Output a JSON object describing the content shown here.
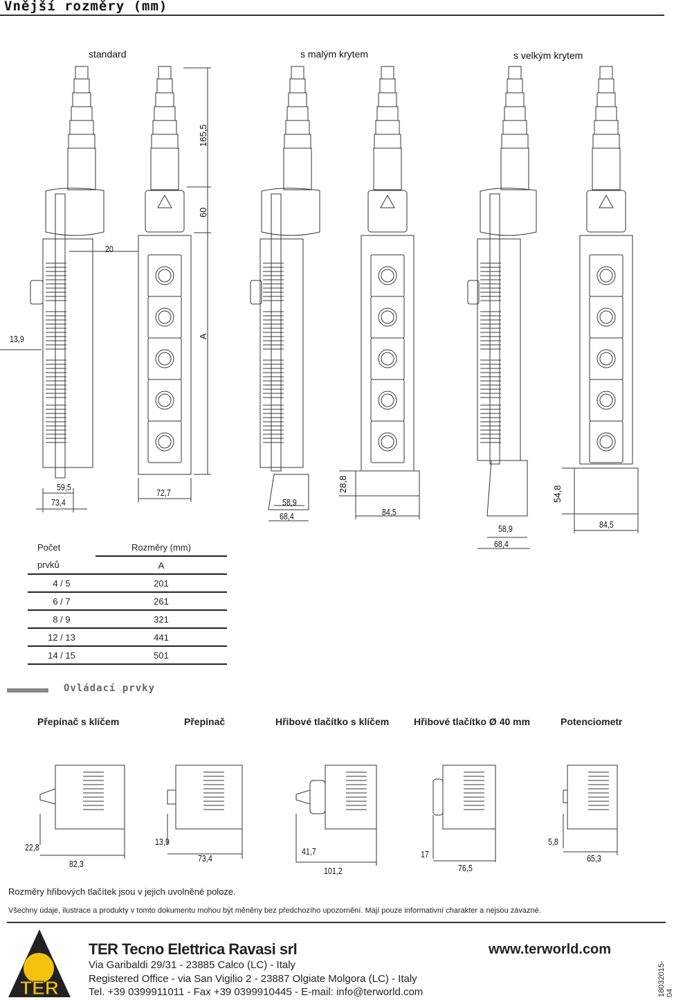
{
  "header": {
    "title": "Vnější rozměry (mm)"
  },
  "variants": {
    "standard": "standard",
    "small_cover": "s malým krytem",
    "large_cover": "s velkým krytem"
  },
  "dimensions": {
    "d_165_5": "165,5",
    "d_60": "60",
    "d_20": "20",
    "d_13_9": "13,9",
    "d_A": "A",
    "d_59_5": "59,5",
    "d_73_4": "73,4",
    "d_72_7": "72,7",
    "d_58_9": "58,9",
    "d_68_4": "68,4",
    "d_28_8": "28,8",
    "d_84_5": "84,5",
    "d_54_8": "54,8",
    "d_58_9b": "58,9",
    "d_68_4b": "68,4",
    "d_84_5b": "84,5"
  },
  "table": {
    "col1_header_line1": "Počet",
    "col1_header_line2": "prvků",
    "col2_header_line1": "Rozměry (mm)",
    "col2_header_line2": "A",
    "rows": [
      {
        "count": "4 / 5",
        "a": "201"
      },
      {
        "count": "6 / 7",
        "a": "261"
      },
      {
        "count": "8 / 9",
        "a": "321"
      },
      {
        "count": "12 / 13",
        "a": "441"
      },
      {
        "count": "14 / 15",
        "a": "501"
      }
    ]
  },
  "controls_section": {
    "title": "Ovládací prvky",
    "labels": [
      "Přepínač s klíčem",
      "Přepínač",
      "Hřibové tlačítko s klíčem",
      "Hřibové tlačítko Ø 40 mm",
      "Potenciometr"
    ],
    "dims": [
      {
        "a": "22,8",
        "b": "82,3"
      },
      {
        "a": "13,9",
        "b": "73,4"
      },
      {
        "a": "41,7",
        "b": "101,2"
      },
      {
        "a": "17",
        "b": "76,5"
      },
      {
        "a": "5,8",
        "b": "65,3"
      }
    ]
  },
  "notes": {
    "note1": "Rozměry hřibových tlačítek jsou v jejich uvolněné poloze.",
    "disclaimer": "Všechny údaje, ilustrace a produkty v tomto dokumentu mohou být měněny bez předchozího upozornění. Mají pouze informativní charakter a nejsou závazné."
  },
  "footer": {
    "logo_text": "TER",
    "company": "TER Tecno Elettrica Ravasi srl",
    "address": "Via Garibaldi 29/31 - 23885 Calco (LC) - Italy",
    "registered": "Registered Office - via San Vigilio 2 - 23887 Olgiate Molgora (LC) - Italy",
    "contact": "Tel. +39 0399911011 - Fax +39 0399910445 - E-mail: info@terworld.com",
    "website": "www.terworld.com",
    "doc_code": "18032015-04"
  }
}
